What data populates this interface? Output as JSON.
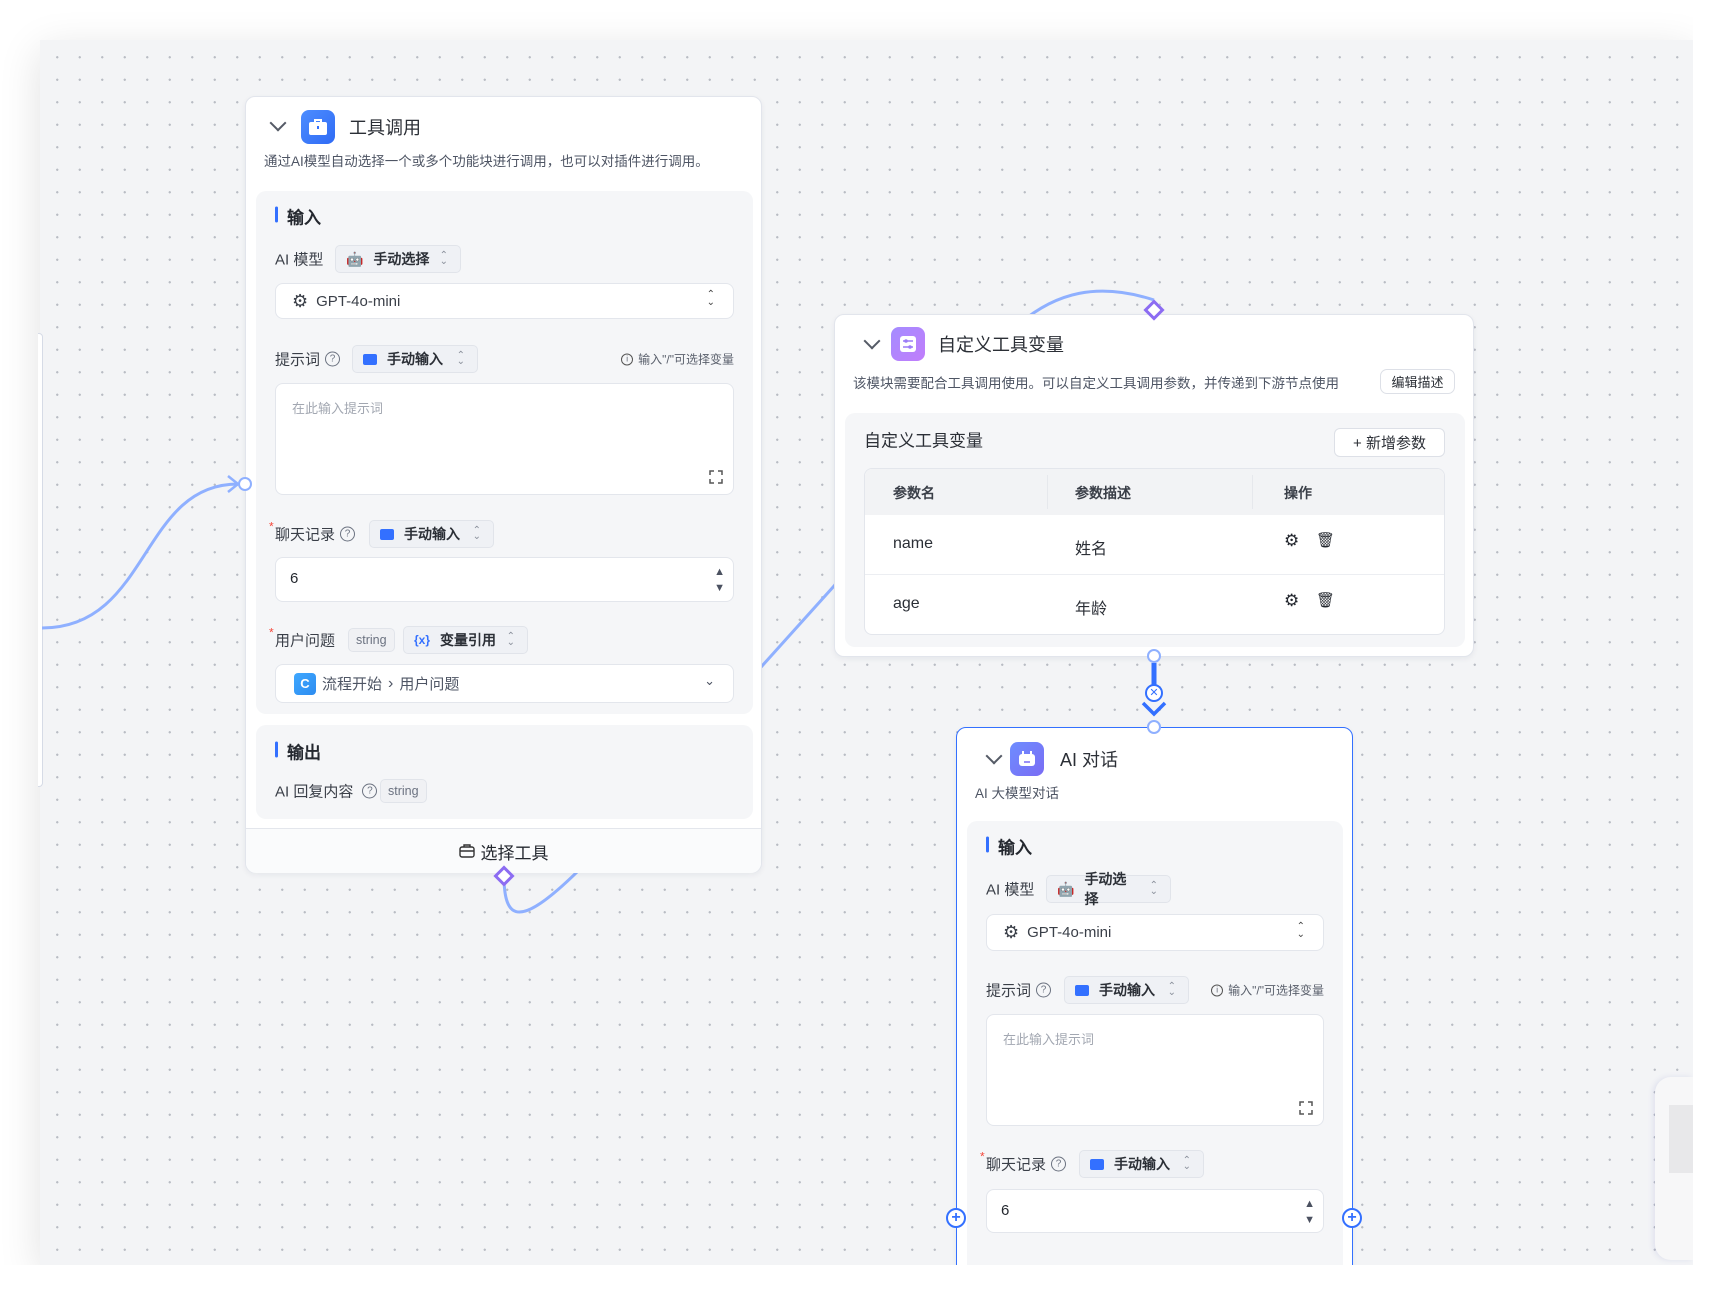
{
  "colors": {
    "accent": "#3370ff",
    "edge": "#8fb0ff",
    "tool_handle": "#8c6cf2"
  },
  "tool_call": {
    "title": "工具调用",
    "description": "通过AI模型自动选择一个或多个功能块进行调用，也可以对插件进行调用。",
    "input_title": "输入",
    "ai_model": {
      "label": "AI 模型",
      "mode": "手动选择",
      "value": "GPT-4o-mini"
    },
    "prompt": {
      "label": "提示词",
      "mode": "手动输入",
      "hint": "输入\"/\"可选择变量",
      "placeholder": "在此输入提示词"
    },
    "chat_history": {
      "label": "聊天记录",
      "mode": "手动输入",
      "value": "6"
    },
    "user_question": {
      "label": "用户问题",
      "type": "string",
      "mode": "变量引用",
      "source": "流程开始",
      "field": "用户问题"
    },
    "output_title": "输出",
    "output_field": {
      "label": "AI 回复内容",
      "type": "string"
    },
    "footer_button": "选择工具"
  },
  "custom_vars": {
    "title": "自定义工具变量",
    "description": "该模块需要配合工具调用使用。可以自定义工具调用参数，并传递到下游节点使用",
    "edit_desc": "编辑描述",
    "section_title": "自定义工具变量",
    "add_param": "+ 新增参数",
    "columns": [
      "参数名",
      "参数描述",
      "操作"
    ],
    "rows": [
      {
        "name": "name",
        "desc": "姓名"
      },
      {
        "name": "age",
        "desc": "年龄"
      }
    ]
  },
  "ai_chat": {
    "title": "AI 对话",
    "description": "AI 大模型对话",
    "input_title": "输入",
    "ai_model": {
      "label": "AI 模型",
      "mode": "手动选择",
      "value": "GPT-4o-mini"
    },
    "prompt": {
      "label": "提示词",
      "mode": "手动输入",
      "hint": "输入\"/\"可选择变量",
      "placeholder": "在此输入提示词"
    },
    "chat_history": {
      "label": "聊天记录",
      "mode": "手动输入",
      "value": "6"
    }
  }
}
